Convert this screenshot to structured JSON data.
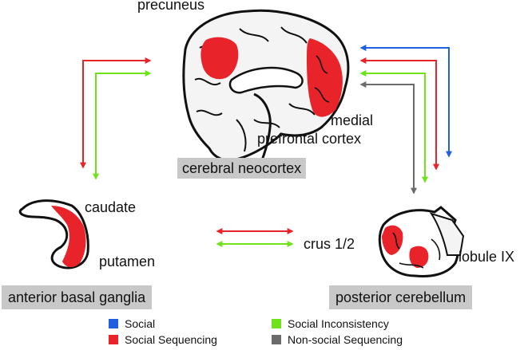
{
  "labels": {
    "precuneus": "precuneus",
    "mpfc_line1": "medial",
    "mpfc_line2": "prefrontal cortex",
    "caudate": "caudate",
    "putamen": "putamen",
    "crus": "crus 1/2",
    "lobule": "lobule IX"
  },
  "regions": {
    "cortex": "cerebral neocortex",
    "basal_ganglia": "anterior basal ganglia",
    "cerebellum": "posterior cerebellum"
  },
  "legend": [
    {
      "label": "Social",
      "color": "#1f5fe0"
    },
    {
      "label": "Social Sequencing",
      "color": "#e8232a"
    },
    {
      "label": "Social Inconsistency",
      "color": "#6fe21a"
    },
    {
      "label": "Non-social Sequencing",
      "color": "#6b6b6b"
    }
  ],
  "colors": {
    "activation": "#e8232a",
    "region_box": "#c8c8c8"
  }
}
